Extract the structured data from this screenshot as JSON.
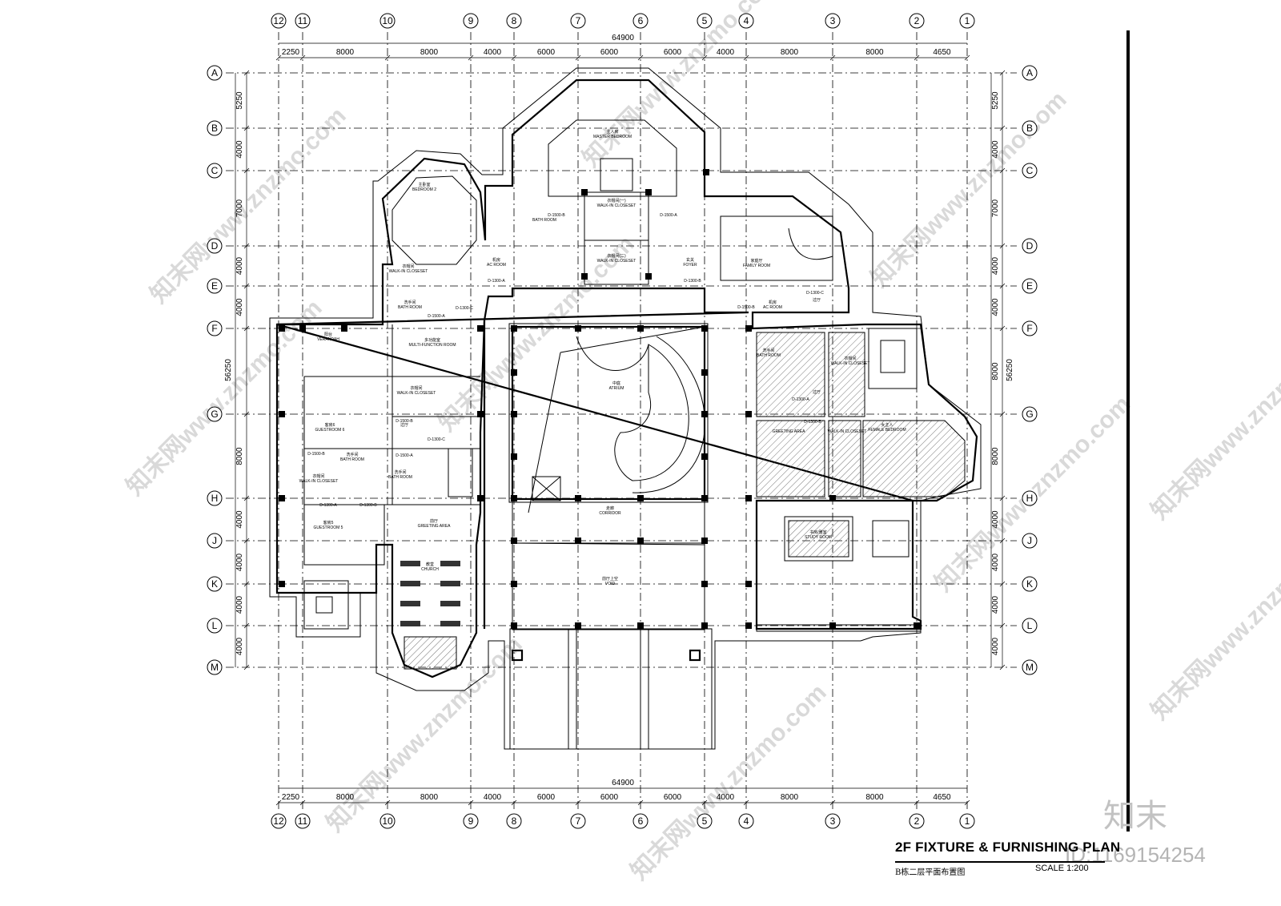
{
  "drawing": {
    "title": "2F  FIXTURE & FURNISHING PLAN",
    "subtitle": "B栋二层平面布置图",
    "scale": "SCALE    1:200",
    "id_watermark": "ID:1169154254",
    "brand_watermark": "知末",
    "site_watermark": "知末网www.znzmo.com"
  },
  "grid": {
    "columns": [
      "12",
      "11",
      "10",
      "9",
      "8",
      "7",
      "6",
      "5",
      "4",
      "3",
      "2",
      "1"
    ],
    "rows": [
      "A",
      "B",
      "C",
      "D",
      "E",
      "F",
      "G",
      "H",
      "J",
      "K",
      "L",
      "M"
    ]
  },
  "dimensions": {
    "overall_width": "64900",
    "column_spacings": [
      "2250",
      "8000",
      "8000",
      "4000",
      "6000",
      "6000",
      "6000",
      "4000",
      "8000",
      "8000",
      "4650"
    ],
    "overall_height": "56250",
    "row_spacings_left": [
      "5250",
      "4000",
      "7000",
      "4000",
      "4000",
      "",
      "8000",
      "4000",
      "4000",
      "4000",
      "4000"
    ],
    "row_spacings_right": [
      "5250",
      "4000",
      "7000",
      "4000",
      "4000",
      "8000",
      "8000",
      "4000",
      "4000",
      "4000",
      "4000"
    ]
  },
  "rooms": [
    {
      "cn": "主人房",
      "en": "MASTER BEDROOM"
    },
    {
      "cn": "主卧室",
      "en": "BEDROOM 2"
    },
    {
      "cn": "",
      "en": "BATH ROOM"
    },
    {
      "cn": "衣帽间(一)",
      "en": "WALK-IN CLOSESET"
    },
    {
      "cn": "衣帽间(二)",
      "en": "WALK-IN CLOSESET"
    },
    {
      "cn": "玄关",
      "en": "FOYER"
    },
    {
      "cn": "家庭厅",
      "en": "FAMILY ROOM"
    },
    {
      "cn": "机房",
      "en": "AC ROOM"
    },
    {
      "cn": "机房",
      "en": "AC ROOM"
    },
    {
      "cn": "过厅",
      "en": ""
    },
    {
      "cn": "衣帽间",
      "en": "WALK-IN CLOSESET"
    },
    {
      "cn": "洗手间",
      "en": "BATH ROOM"
    },
    {
      "cn": "阳台",
      "en": "VERANDAH"
    },
    {
      "cn": "多功能室",
      "en": "MULTI-FUNCTION ROOM"
    },
    {
      "cn": "衣帽间",
      "en": "WALK-IN CLOSESET"
    },
    {
      "cn": "客房6",
      "en": "GUESTROOM 6"
    },
    {
      "cn": "过厅",
      "en": ""
    },
    {
      "cn": "衣帽间",
      "en": "WALK-IN CLOSESET"
    },
    {
      "cn": "洗手间",
      "en": "BATH ROOM"
    },
    {
      "cn": "洗手间",
      "en": "BATH ROOM"
    },
    {
      "cn": "客房5",
      "en": "GUESTROOM 5"
    },
    {
      "cn": "前厅",
      "en": "GREETING AREA"
    },
    {
      "cn": "教堂",
      "en": "CHURCH"
    },
    {
      "cn": "中庭",
      "en": "ATRIUM"
    },
    {
      "cn": "走廊",
      "en": "CORRIDOR"
    },
    {
      "cn": "前厅上空",
      "en": "VOID"
    },
    {
      "cn": "洗手间",
      "en": "BATH ROOM"
    },
    {
      "cn": "衣帽间",
      "en": "WALK-IN CLOSESET"
    },
    {
      "cn": "过厅",
      "en": ""
    },
    {
      "cn": "",
      "en": "GREETING AREA"
    },
    {
      "cn": "",
      "en": "WALK-IN CLOSESET"
    },
    {
      "cn": "女主人",
      "en": "FEMALE BEDROOM"
    },
    {
      "cn": "书房/雅室",
      "en": "STUDY ROOM"
    }
  ],
  "door_tags": [
    "D-1500-B",
    "D-1500-A",
    "D-1300-A",
    "D-1300-B",
    "D-1300-C"
  ]
}
